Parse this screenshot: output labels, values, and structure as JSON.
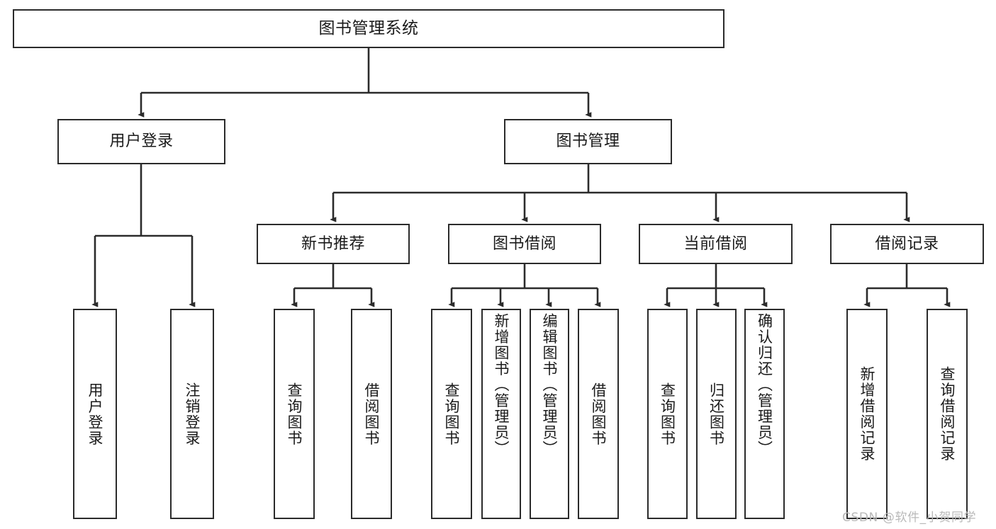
{
  "diagram": {
    "title": "图书管理系统",
    "type": "tree-hierarchy",
    "orientation": "top-down",
    "colors": {
      "stroke": "#2b2b2b",
      "fill": "#ffffff",
      "text": "#1a1a1a",
      "watermark": "#b9b9b9"
    },
    "nodes": {
      "root": {
        "label": "图书管理系统"
      },
      "level2": [
        {
          "id": "user-login",
          "label": "用户登录"
        },
        {
          "id": "book-manage",
          "label": "图书管理"
        }
      ],
      "level3": [
        {
          "id": "new-book-rec",
          "label": "新书推荐"
        },
        {
          "id": "book-borrow",
          "label": "图书借阅"
        },
        {
          "id": "current-borrow",
          "label": "当前借阅"
        },
        {
          "id": "borrow-record",
          "label": "借阅记录"
        }
      ],
      "leaves": [
        {
          "id": "leaf-user-login",
          "label": "用户登录",
          "parent": "user-login"
        },
        {
          "id": "leaf-logout",
          "label": "注销登录",
          "parent": "user-login"
        },
        {
          "id": "leaf-query-book-1",
          "label": "查询图书",
          "parent": "new-book-rec"
        },
        {
          "id": "leaf-borrow-book-1",
          "label": "借阅图书",
          "parent": "new-book-rec"
        },
        {
          "id": "leaf-query-book-2",
          "label": "查询图书",
          "parent": "book-borrow"
        },
        {
          "id": "leaf-add-book",
          "label": "新增图书（管理员）",
          "parent": "book-borrow"
        },
        {
          "id": "leaf-edit-book",
          "label": "编辑图书（管理员）",
          "parent": "book-borrow"
        },
        {
          "id": "leaf-borrow-book-2",
          "label": "借阅图书",
          "parent": "book-borrow"
        },
        {
          "id": "leaf-query-book-3",
          "label": "查询图书",
          "parent": "current-borrow"
        },
        {
          "id": "leaf-return-book",
          "label": "归还图书",
          "parent": "current-borrow"
        },
        {
          "id": "leaf-confirm-return",
          "label": "确认归还（管理员）",
          "parent": "current-borrow"
        },
        {
          "id": "leaf-add-record",
          "label": "新增借阅记录",
          "parent": "borrow-record"
        },
        {
          "id": "leaf-query-record",
          "label": "查询借阅记录",
          "parent": "borrow-record"
        }
      ]
    }
  },
  "watermark": {
    "text": "CSDN @软件_小贺同学"
  }
}
